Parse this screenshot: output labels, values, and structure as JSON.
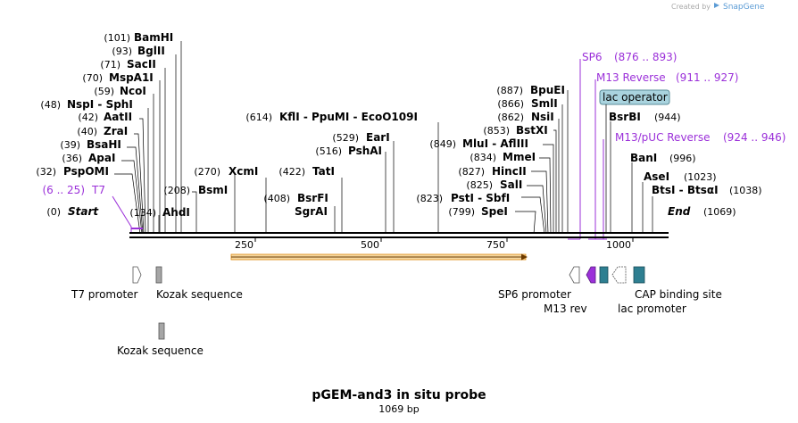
{
  "credit": {
    "prefix": "Created by",
    "brand": "SnapGene",
    "brand_color": "#5b9bd5"
  },
  "sequence": {
    "name": "pGEM-and3 in situ probe",
    "length_label": "1069 bp",
    "length": 1069
  },
  "ruler": {
    "ticks": [
      {
        "value": 250,
        "label": "250"
      },
      {
        "value": 500,
        "label": "500"
      },
      {
        "value": 750,
        "label": "750"
      },
      {
        "value": 1000,
        "label": "1000"
      }
    ]
  },
  "colors": {
    "backbone": "#000000",
    "orf": "#f5a623",
    "primer": "#9b30d9",
    "promoter": "#ffffff",
    "kozak": "#a6a6a6",
    "protein_bind": "#2e7f91",
    "m13_rev": "#9b30d9",
    "lac_operator_box": "#a9d3de"
  },
  "enzymes": [
    {
      "name": "BamHI",
      "pos": 101,
      "pos_label": "(101)"
    },
    {
      "name": "BglII",
      "pos": 93,
      "pos_label": "(93)"
    },
    {
      "name": "SacII",
      "pos": 71,
      "pos_label": "(71)"
    },
    {
      "name": "MspA1I",
      "pos": 70,
      "pos_label": "(70)"
    },
    {
      "name": "NcoI",
      "pos": 59,
      "pos_label": "(59)"
    },
    {
      "name": "NspI - SphI",
      "pos": 48,
      "pos_label": "(48)"
    },
    {
      "name": "AatII",
      "pos": 42,
      "pos_label": "(42)"
    },
    {
      "name": "ZraI",
      "pos": 40,
      "pos_label": "(40)"
    },
    {
      "name": "BsaHI",
      "pos": 39,
      "pos_label": "(39)"
    },
    {
      "name": "ApaI",
      "pos": 36,
      "pos_label": "(36)"
    },
    {
      "name": "PspOMI",
      "pos": 32,
      "pos_label": "(32)"
    },
    {
      "name": "AhdI",
      "pos": 134,
      "pos_label": "(134)"
    },
    {
      "name": "BsmI",
      "pos": 208,
      "pos_label": "(208)"
    },
    {
      "name": "XcmI",
      "pos": 270,
      "pos_label": "(270)"
    },
    {
      "name": "BsrFI",
      "pos": 408,
      "pos_label": "(408)"
    },
    {
      "name": "SgrAI",
      "pos": 408,
      "pos_label": ""
    },
    {
      "name": "TatI",
      "pos": 422,
      "pos_label": "(422)"
    },
    {
      "name": "PshAI",
      "pos": 516,
      "pos_label": "(516)"
    },
    {
      "name": "EarI",
      "pos": 529,
      "pos_label": "(529)"
    },
    {
      "name": "KflI - PpuMI - EcoO109I",
      "pos": 614,
      "pos_label": "(614)"
    },
    {
      "name": "BpuEI",
      "pos": 887,
      "pos_label": "(887)"
    },
    {
      "name": "SmlI",
      "pos": 866,
      "pos_label": "(866)"
    },
    {
      "name": "NsiI",
      "pos": 862,
      "pos_label": "(862)"
    },
    {
      "name": "BstXI",
      "pos": 853,
      "pos_label": "(853)"
    },
    {
      "name": "MluI - AflIII",
      "pos": 849,
      "pos_label": "(849)"
    },
    {
      "name": "MmeI",
      "pos": 834,
      "pos_label": "(834)"
    },
    {
      "name": "HincII",
      "pos": 827,
      "pos_label": "(827)"
    },
    {
      "name": "SalI",
      "pos": 825,
      "pos_label": "(825)"
    },
    {
      "name": "PstI - SbfI",
      "pos": 823,
      "pos_label": "(823)"
    },
    {
      "name": "SpeI",
      "pos": 799,
      "pos_label": "(799)"
    },
    {
      "name": "BsrBI",
      "pos": 944,
      "pos_label": "(944)"
    },
    {
      "name": "BanI",
      "pos": 996,
      "pos_label": "(996)"
    },
    {
      "name": "AseI",
      "pos": 1023,
      "pos_label": "(1023)"
    },
    {
      "name": "BtsI - BtsαI",
      "pos": 1038,
      "pos_label": "(1038)"
    }
  ],
  "ends": [
    {
      "name": "Start",
      "pos_label": "(0)"
    },
    {
      "name": "End",
      "pos_label": "(1069)"
    }
  ],
  "primers": [
    {
      "name": "T7",
      "range_label": "(6 .. 25)",
      "start": 6,
      "end": 25
    },
    {
      "name": "SP6",
      "range_label": "(876 .. 893)",
      "start": 876,
      "end": 893
    },
    {
      "name": "M13 Reverse",
      "range_label": "(911 .. 927)",
      "start": 911,
      "end": 927
    },
    {
      "name": "M13/pUC Reverse",
      "range_label": "(924 .. 946)",
      "start": 924,
      "end": 946
    }
  ],
  "features": [
    {
      "name": "T7 promoter",
      "type": "promoter"
    },
    {
      "name": "Kozak sequence",
      "type": "misc"
    },
    {
      "name": "Kozak sequence",
      "type": "misc"
    },
    {
      "name": "SP6 promoter",
      "type": "promoter"
    },
    {
      "name": "M13 rev",
      "type": "primer_bind"
    },
    {
      "name": "lac operator",
      "type": "protein_bind"
    },
    {
      "name": "lac promoter",
      "type": "promoter"
    },
    {
      "name": "CAP binding site",
      "type": "protein_bind"
    }
  ]
}
